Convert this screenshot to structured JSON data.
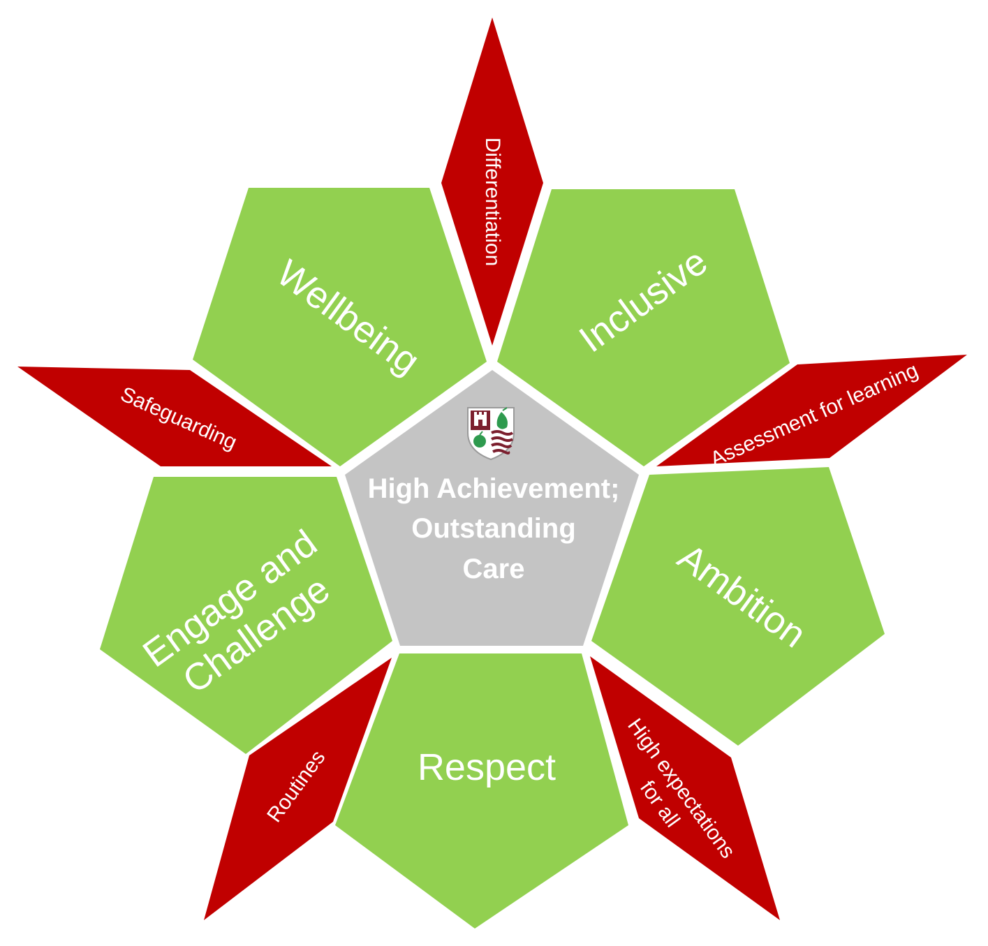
{
  "center": {
    "lines": [
      "High Achievement;",
      "Outstanding",
      "Care"
    ],
    "logo": "school-crest-icon"
  },
  "values": {
    "wellbeing": "Wellbeing",
    "inclusive": "Inclusive",
    "ambition": "Ambition",
    "respect": "Respect",
    "engage_lines": [
      "Engage and",
      "Challenge"
    ]
  },
  "practices": {
    "differentiation": "Differentiation",
    "assessment": "Assessment for learning",
    "high_expectations_lines": [
      "High expectations",
      "for all"
    ],
    "routines": "Routines",
    "safeguarding": "Safeguarding"
  },
  "colors": {
    "green": "#92D050",
    "red": "#C00000",
    "grey": "#C4C4C4",
    "crest_maroon": "#7B1F2E",
    "crest_green": "#2E9A4E"
  }
}
